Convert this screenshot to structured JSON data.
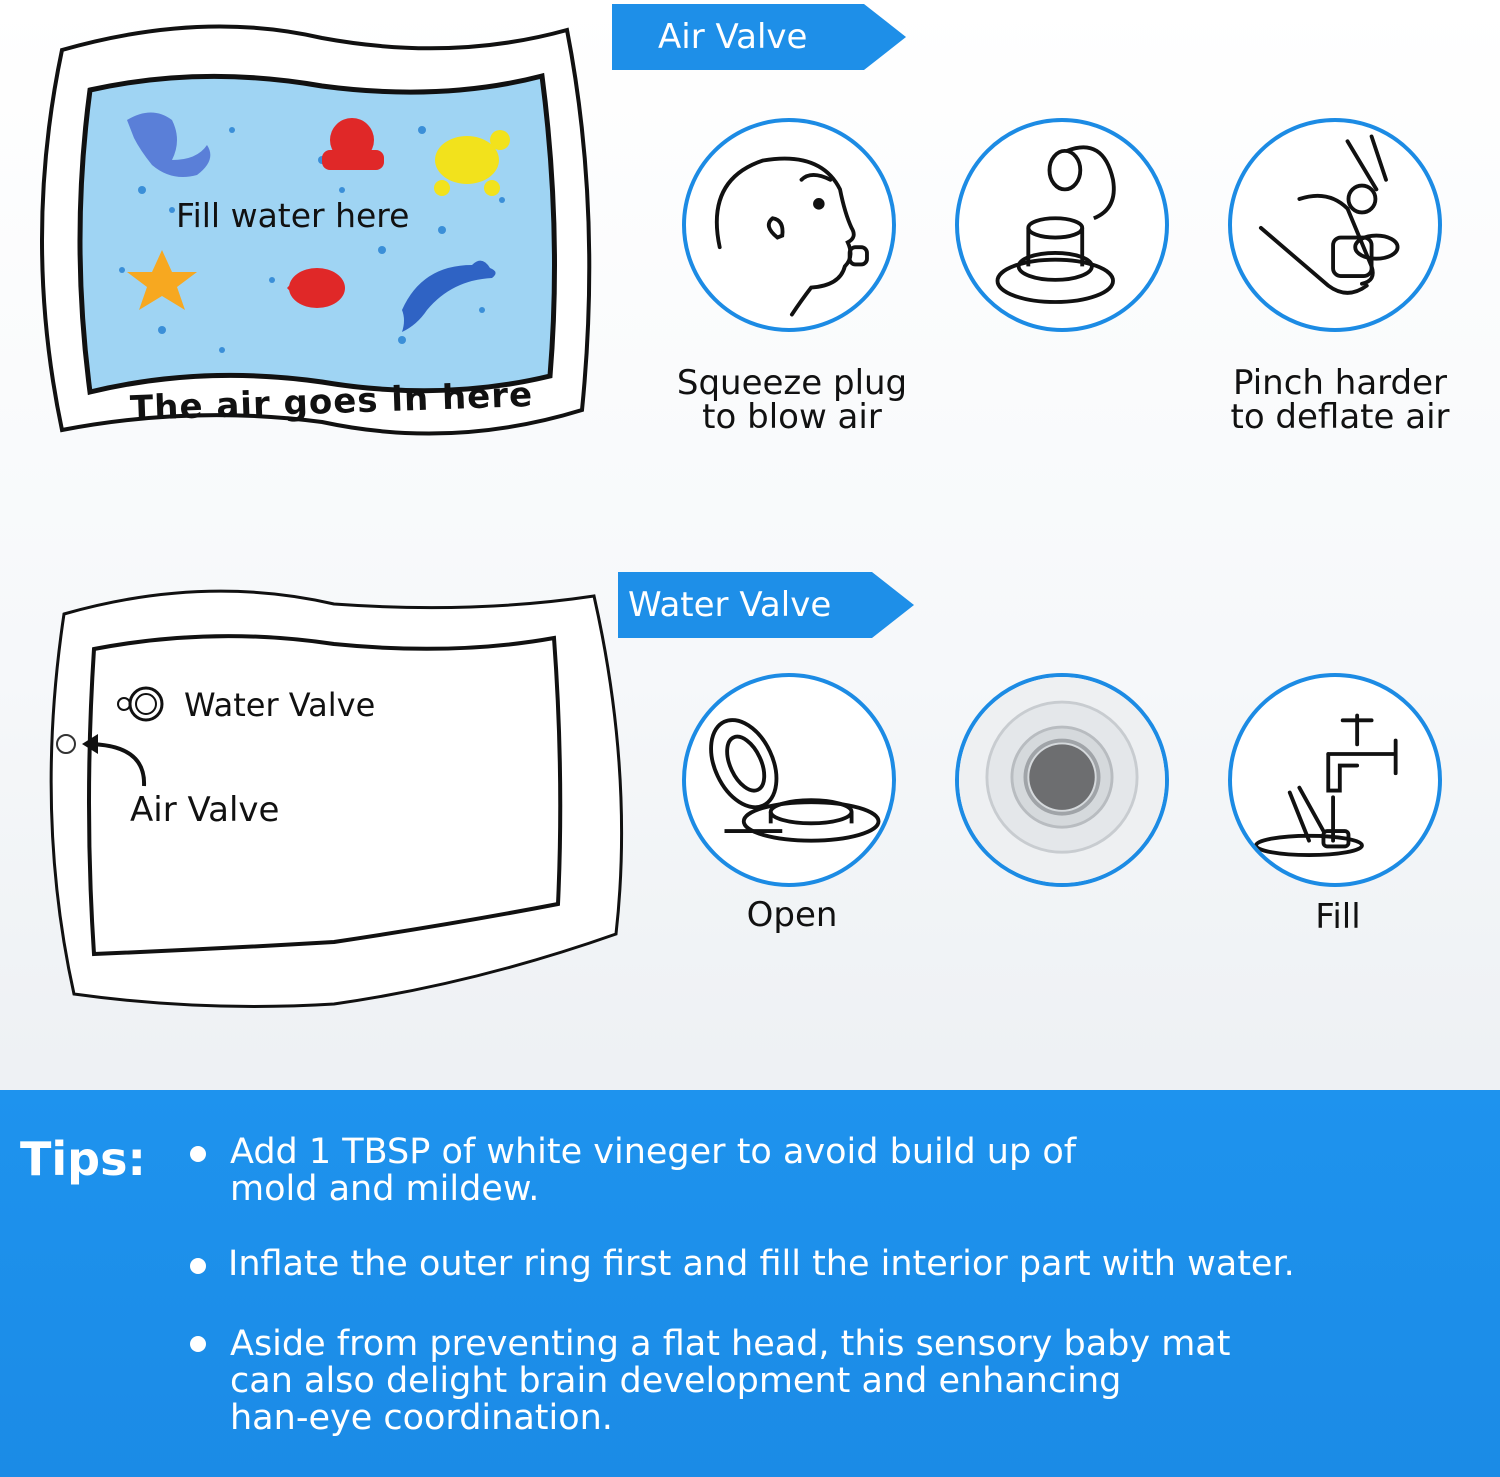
{
  "colors": {
    "accent": "#1e8fe8",
    "circle_border": "#1c8be4",
    "mat_water": "#9fd4f3"
  },
  "air_section": {
    "banner": "Air Valve",
    "mat_fill_label": "Fill water here",
    "mat_air_label": "The air goes in here",
    "steps": [
      {
        "icon": "face-blowing-icon",
        "caption_line1": "Squeeze plug",
        "caption_line2": "to blow air"
      },
      {
        "icon": "valve-plug-icon",
        "caption_line1": "",
        "caption_line2": ""
      },
      {
        "icon": "pinch-valve-icon",
        "caption_line1": "Pinch harder",
        "caption_line2": "to deflate air"
      }
    ]
  },
  "water_section": {
    "banner": "Water Valve",
    "mat_water_valve_label": "Water Valve",
    "mat_air_valve_label": "Air Valve",
    "steps": [
      {
        "icon": "open-valve-icon",
        "caption": "Open"
      },
      {
        "icon": "valve-closeup-icon",
        "caption": ""
      },
      {
        "icon": "faucet-fill-icon",
        "caption": "Fill"
      }
    ]
  },
  "tips": {
    "title": "Tips:",
    "items": [
      {
        "line1": "Add 1 TBSP of white vineger to avoid build up of",
        "line2": "mold and mildew.",
        "line3": ""
      },
      {
        "line1": "Inflate the outer ring first and fill the interior part with water.",
        "line2": "",
        "line3": ""
      },
      {
        "line1": "Aside from preventing a flat head, this sensory baby mat",
        "line2": "can also delight brain development and enhancing",
        "line3": "han-eye coordination."
      }
    ]
  }
}
